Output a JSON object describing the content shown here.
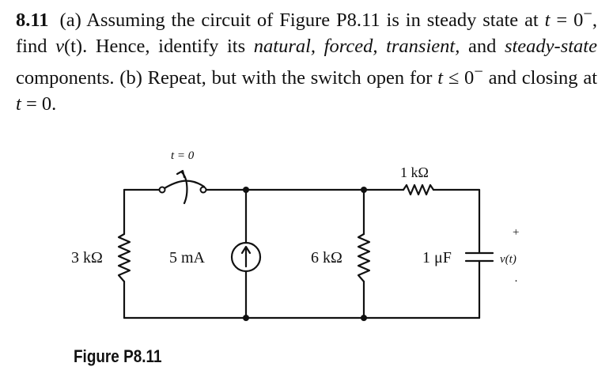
{
  "problem": {
    "number": "8.11",
    "p1": "(a) Assuming the circuit of Figure P8.11 is in steady state at ",
    "t1": "t",
    "eq1": " = 0",
    "sup1": "−",
    "p2": ", find ",
    "v": "v",
    "tv": "(t)",
    "p3": ". Hence, identify its ",
    "natural": "natural, forced,",
    "transient": "transient,",
    "p4": " and ",
    "steady": "steady-state",
    "p5": " components. (b) Repeat, but with the switch open for ",
    "t2": "t",
    "le": " ≤ 0",
    "sup2": "−",
    "p6": " and closing at ",
    "t3": "t",
    "p7": " = 0."
  },
  "circuit": {
    "switch_label": "t = 0",
    "r1_label": "3 kΩ",
    "source_label": "5 mA",
    "r2_label": "6 kΩ",
    "r3_label": "1 kΩ",
    "cap_label": "1 μF",
    "plus_label": "+",
    "minus_label": "·",
    "vout_label": "v(t)"
  },
  "caption": "Figure P8.11"
}
